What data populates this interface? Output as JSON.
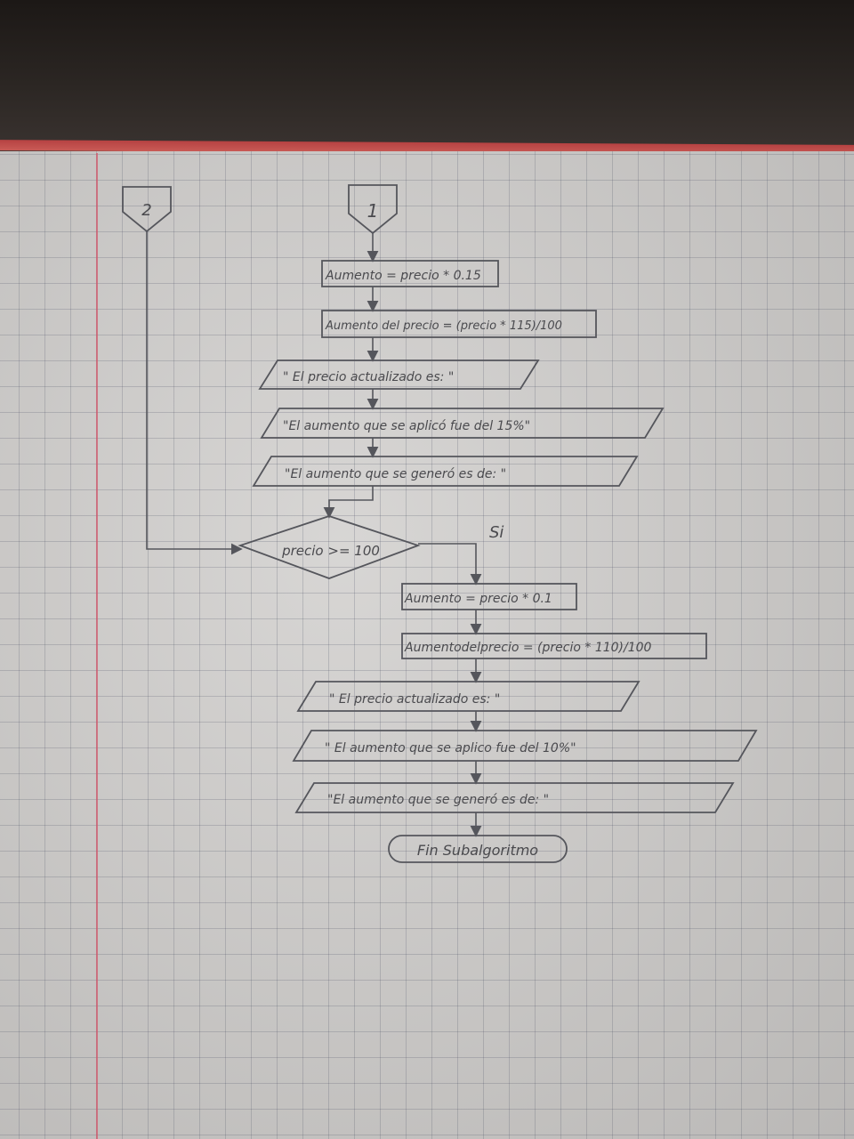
{
  "connectors": {
    "connector_2": "2",
    "connector_1": "1"
  },
  "process_block_1": {
    "aumento": "Aumento = precio * 0.15",
    "aumento_precio": "Aumento del precio = (precio * 115)/100"
  },
  "outputs_1": {
    "precio_actualizado": "\" El precio actualizado es: \"",
    "aumento_aplicado": "\"El aumento que se aplicó fue del 15%\"",
    "aumento_generado": "\"El aumento que se generó es de: \""
  },
  "decision": {
    "condition": "precio >= 100",
    "yes_label": "Si"
  },
  "process_block_2": {
    "aumento": "Aumento = precio * 0.1",
    "aumento_precio": "Aumentodelprecio = (precio * 110)/100"
  },
  "outputs_2": {
    "precio_actualizado": "\" El precio actualizado es: \"",
    "aumento_aplicado": "\" El aumento que se aplico fue del 10%\"",
    "aumento_generado": "\"El aumento que se generó es de: \""
  },
  "terminator": {
    "label": "Fin Subalgoritmo"
  }
}
